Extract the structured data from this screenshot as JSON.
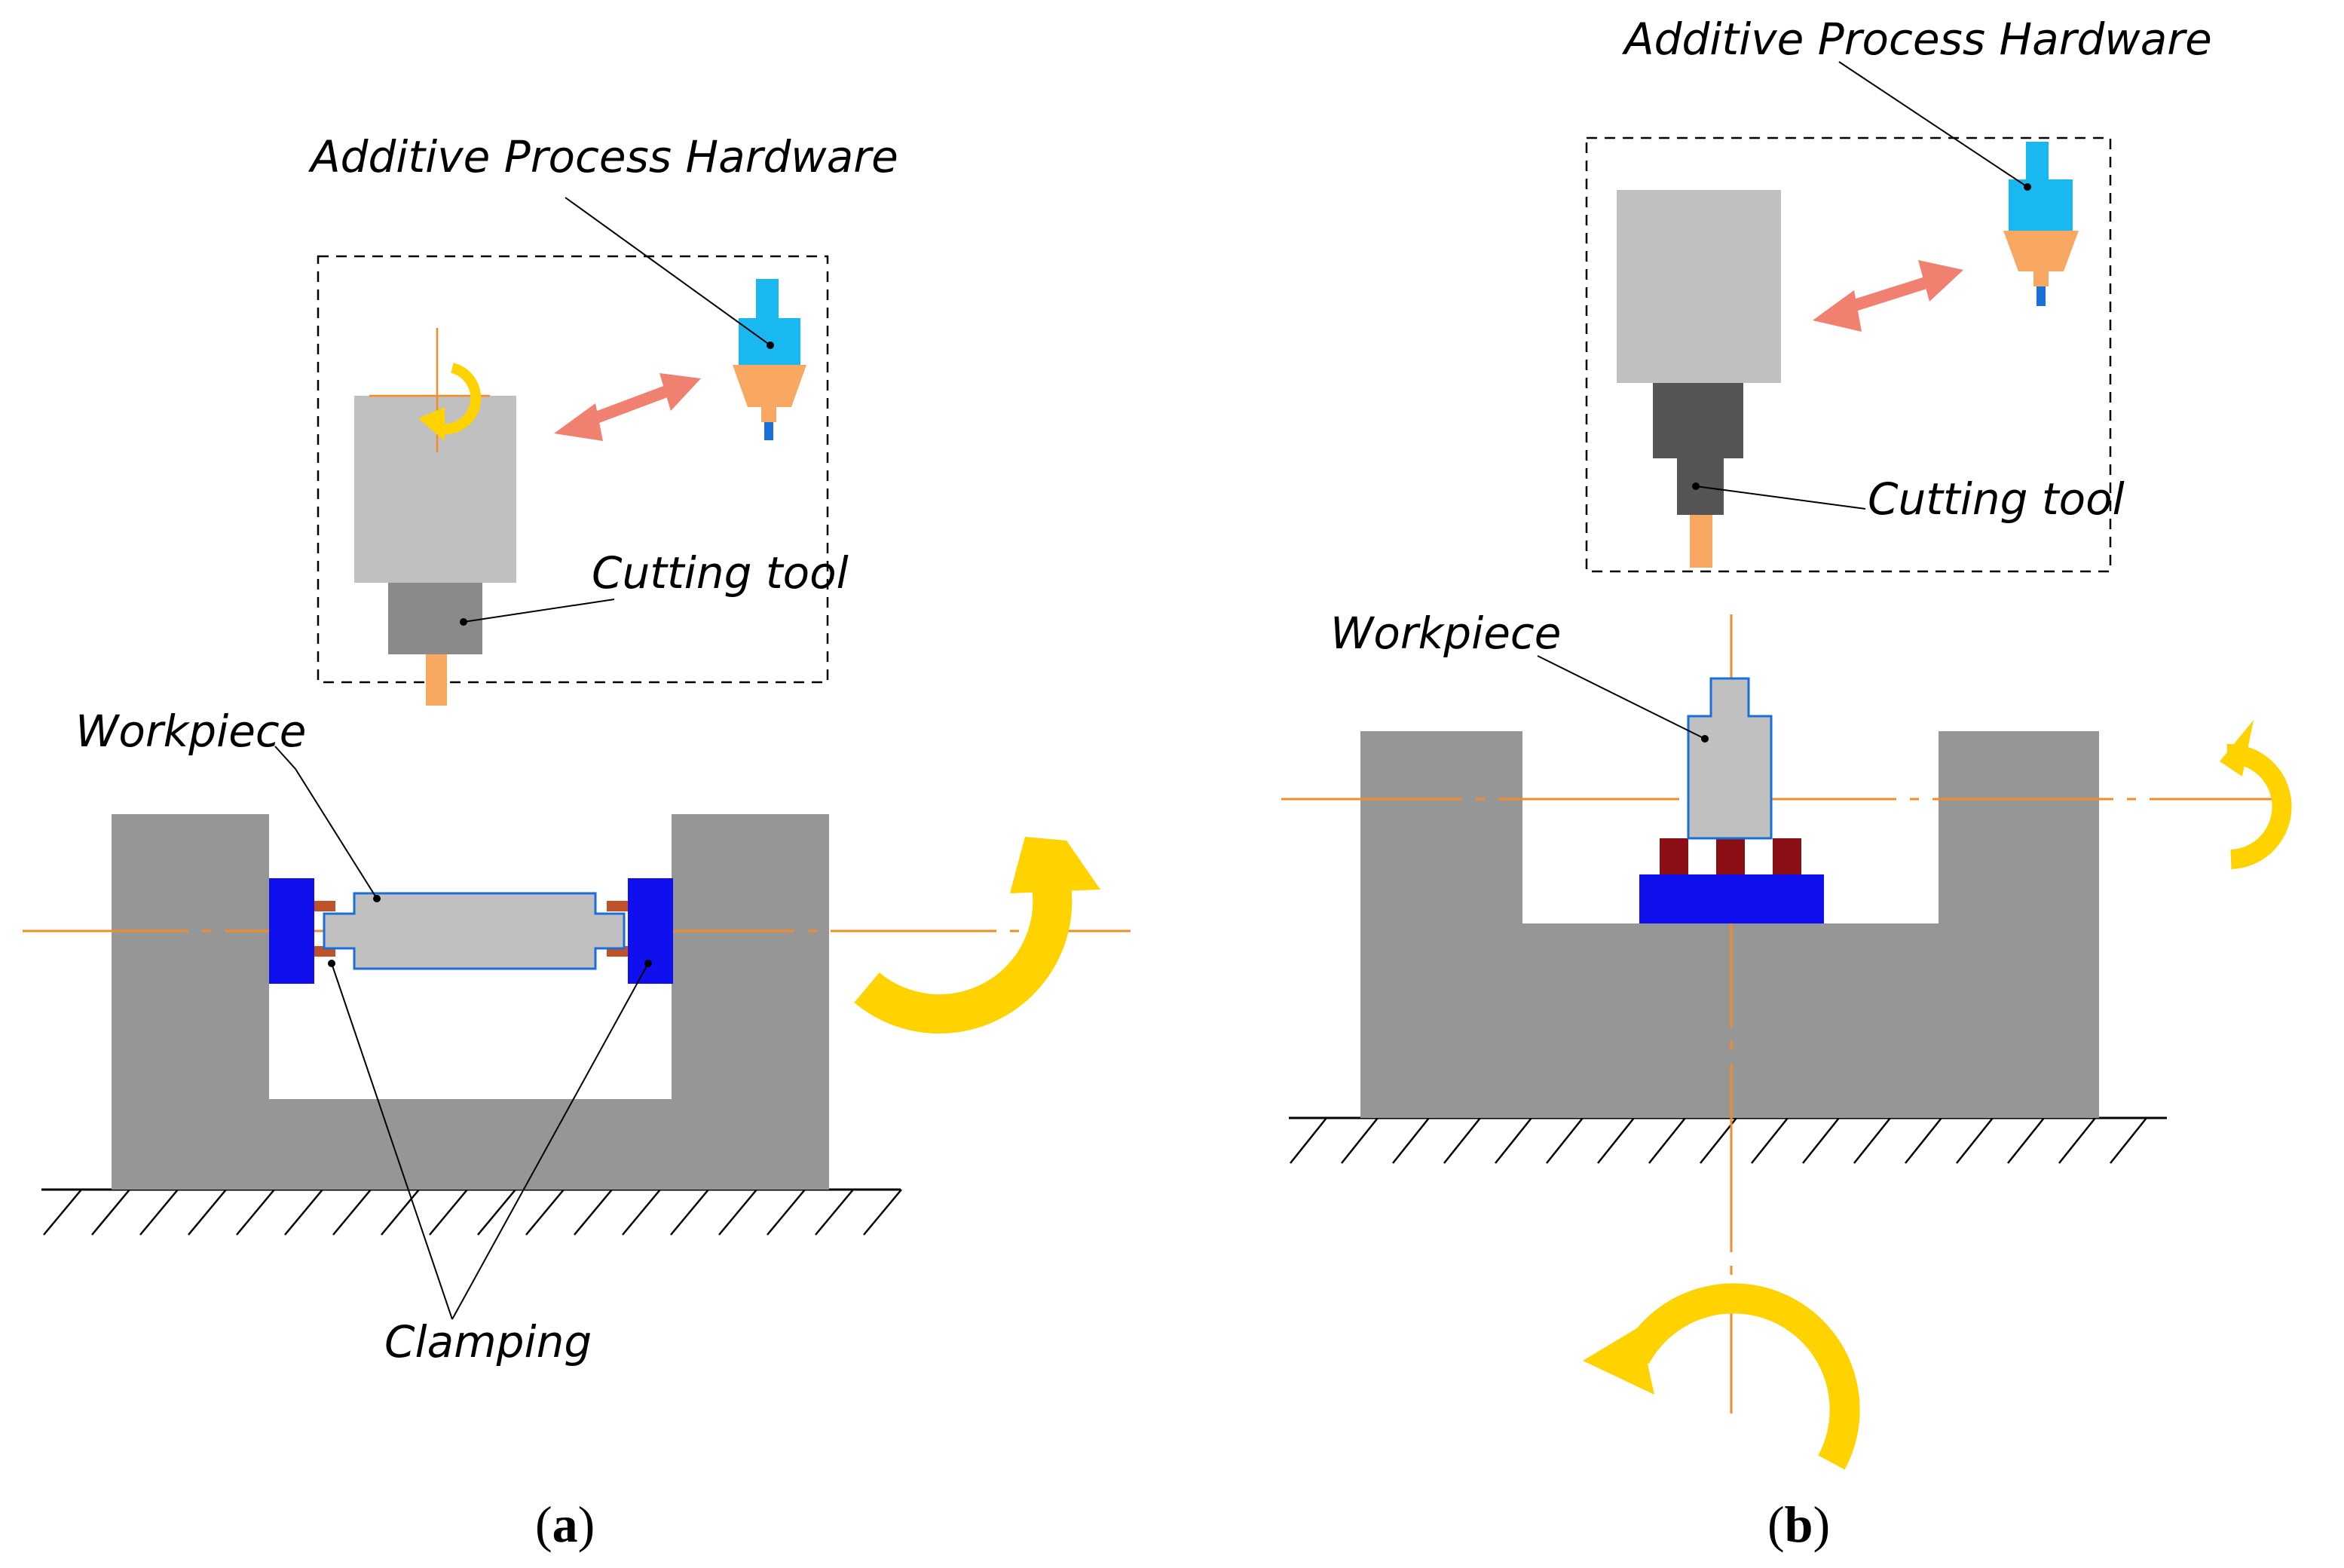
{
  "panel_a": {
    "additive_label": "Additive Process Hardware",
    "cutting_tool_label": "Cutting tool",
    "workpiece_label": "Workpiece",
    "clamping_label": "Clamping",
    "caption_open": "(",
    "caption_letter": "a",
    "caption_close": ")"
  },
  "panel_b": {
    "additive_label": "Additive Process Hardware",
    "cutting_tool_label": "Cutting tool",
    "workpiece_label": "Workpiece",
    "caption_open": "(",
    "caption_letter": "b",
    "caption_close": ")"
  },
  "colors": {
    "machine_gray": "#969696",
    "spindle_gray": "#c0c0c0",
    "dark_gray": "#555555",
    "clamp_blue": "#1010ee",
    "clamp_red": "#8b0e14",
    "nozzle_cyan": "#1ab8f0",
    "nozzle_orange": "#f8a860",
    "axis_orange": "#f28c28",
    "rotation_yellow": "#ffd200",
    "double_arrow_salmon": "#f08070"
  }
}
